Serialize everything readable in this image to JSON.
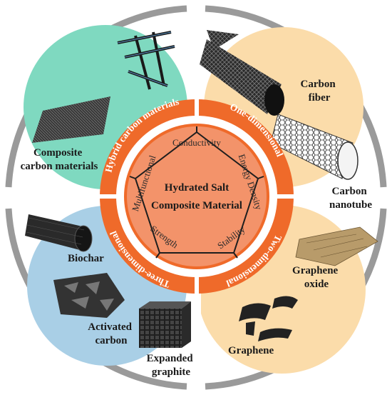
{
  "center": {
    "line1": "Hydrated Salt",
    "line2": "Composite Material"
  },
  "pentagon_labels": {
    "top": "Conductivity",
    "right": "Energy Density",
    "bottom_right": "Stability",
    "bottom_left": "Strength",
    "left": "Multifunctional"
  },
  "ring_labels": {
    "top_left": "Hybrid carbon materials",
    "top_right": "One-dimensional",
    "bottom_right": "Two-dimensional",
    "bottom_left": "Three-dimensional"
  },
  "material_labels": {
    "carbon_fiber": [
      "Carbon",
      "fiber"
    ],
    "carbon_nanotube": [
      "Carbon",
      "nanotube"
    ],
    "graphene_oxide": [
      "Graphene",
      "oxide"
    ],
    "graphene": "Graphene",
    "composite": [
      "Composite",
      "carbon materials"
    ],
    "biochar": "Biochar",
    "activated_carbon": [
      "Activated",
      "carbon"
    ],
    "expanded_graphite": [
      "Expanded",
      "graphite"
    ]
  },
  "colors": {
    "orange_ring": "#ef6a2a",
    "center_fill": "#f3936a",
    "teal": "#7fd9c0",
    "peach": "#fbdcaa",
    "blue": "#a9cfe6",
    "outer_ring": "#9a9a9a"
  }
}
